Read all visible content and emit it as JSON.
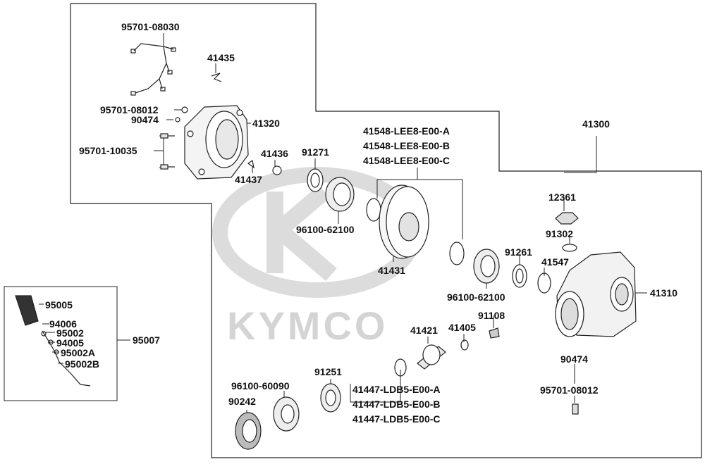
{
  "brand": {
    "watermark_text": "KYMCO"
  },
  "labels": {
    "p95701_08030": "95701-08030",
    "p41435": "41435",
    "p95701_08012_top": "95701-08012",
    "p90474_top": "90474",
    "p41320": "41320",
    "p95701_10035": "95701-10035",
    "p41436": "41436",
    "p41437": "41437",
    "p91271": "91271",
    "p96100_62100_a": "96100-62100",
    "p41548a": "41548-LEE8-E00-A",
    "p41548b": "41548-LEE8-E00-B",
    "p41548c": "41548-LEE8-E00-C",
    "p41300": "41300",
    "p12361": "12361",
    "p91302": "91302",
    "p41431": "41431",
    "p91261": "91261",
    "p41547": "41547",
    "p96100_62100_b": "96100-62100",
    "p41310": "41310",
    "p91108": "91108",
    "p41421": "41421",
    "p41405": "41405",
    "p90474_bottom": "90474",
    "p95701_08012_bottom": "95701-08012",
    "p91251": "91251",
    "p96100_60090": "96100-60090",
    "p90242": "90242",
    "p41447a": "41447-LDB5-E00-A",
    "p41447b": "41447-LDB5-E00-B",
    "p41447c": "41447-LDB5-E00-C",
    "p95005": "95005",
    "p94006": "94006",
    "p95002": "95002",
    "p94005": "94005",
    "p95002A": "95002A",
    "p95002B": "95002B",
    "p95007": "95007"
  }
}
